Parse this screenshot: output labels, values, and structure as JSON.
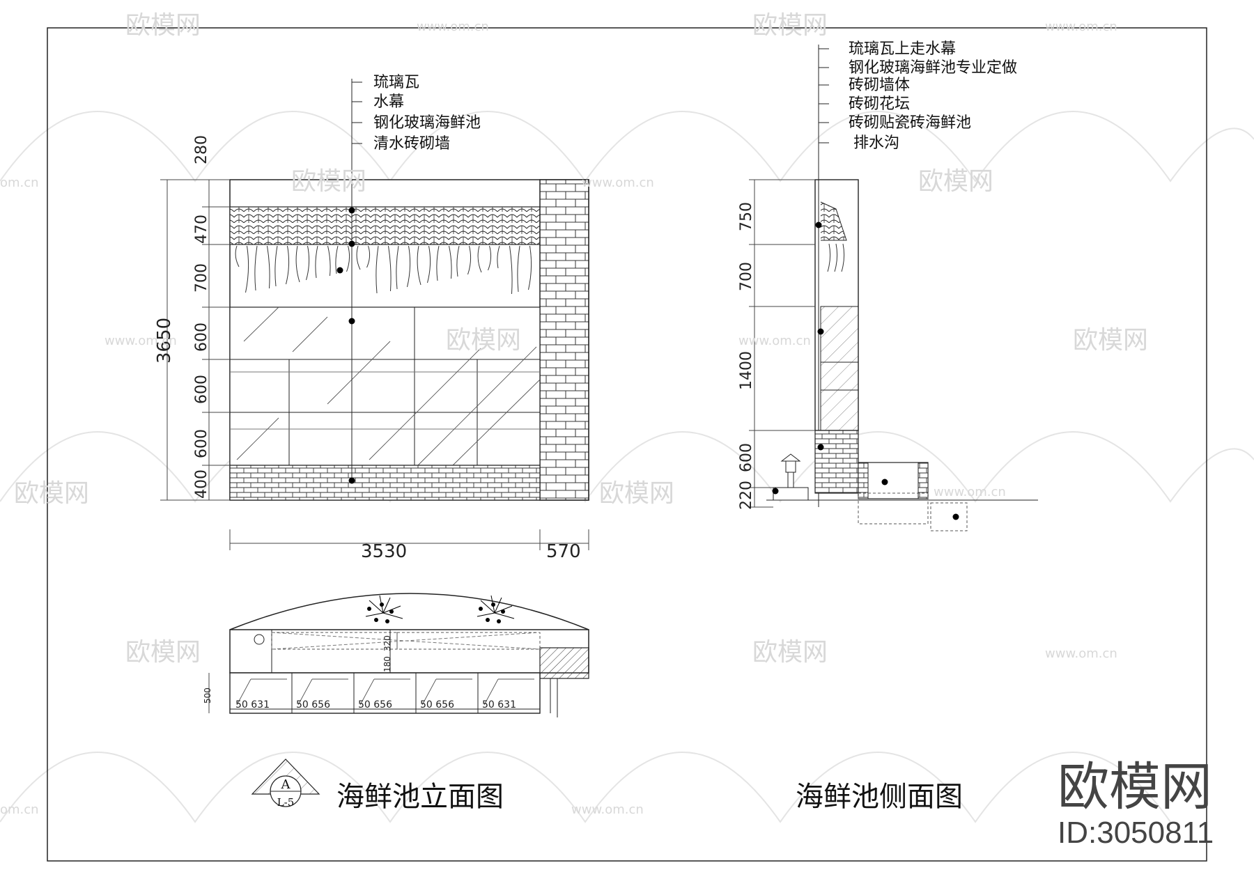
{
  "elevation": {
    "labels": [
      "琉璃瓦",
      "水幕",
      "钢化玻璃海鲜池",
      "清水砖砌墙"
    ],
    "left_dims": [
      "280",
      "470",
      "700",
      "600",
      "600",
      "600",
      "400"
    ],
    "total_height": "3650",
    "bottom_dims": [
      "3530",
      "570"
    ],
    "title": "海鲜池立面图",
    "symbol_top": "A",
    "symbol_bottom": "L-5"
  },
  "plan": {
    "dims": [
      "320",
      "180",
      "500"
    ],
    "cells": [
      "50 631",
      "50 656",
      "50 656",
      "50 656",
      "50 631"
    ]
  },
  "side": {
    "labels": [
      "琉璃瓦上走水幕",
      "钢化玻璃海鲜池专业定做",
      "砖砌墙体",
      "砖砌花坛",
      "砖砌贴瓷砖海鲜池",
      "排水沟"
    ],
    "left_dims": [
      "750",
      "700",
      "1400",
      "600",
      "220"
    ],
    "title": "海鲜池侧面图"
  },
  "brand": {
    "logo": "欧模网",
    "id": "ID:3050811",
    "watermark_cn": "欧模网",
    "watermark_url": "www.om.cn",
    "watermark_url_short": "om.cn"
  }
}
